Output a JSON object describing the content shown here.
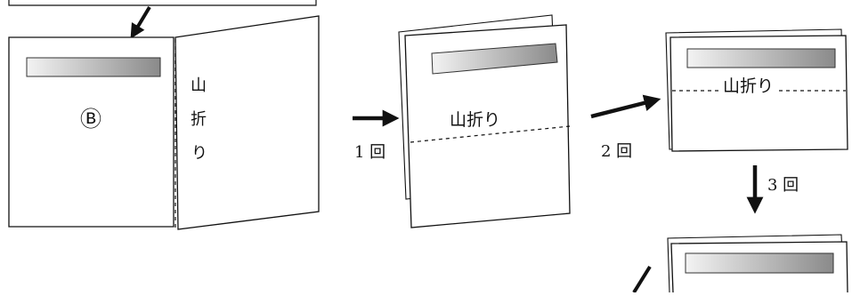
{
  "panel_1": {
    "circled_letter": "Ⓑ",
    "fold_label_vertical": [
      "山",
      "折",
      "り"
    ]
  },
  "panel_2": {
    "fold_label": "山折り"
  },
  "panel_3": {
    "fold_label": "山折り"
  },
  "steps": {
    "step_1": "1 回",
    "step_2": "2 回",
    "step_3": "3 回"
  },
  "colors": {
    "stroke": "#111111",
    "label_gradient_light": "#f2f2f2",
    "label_gradient_dark": "#8a8a8a"
  },
  "icons": [
    "arrow-right-icon",
    "arrow-down-icon",
    "pointer-arrow-icon"
  ]
}
